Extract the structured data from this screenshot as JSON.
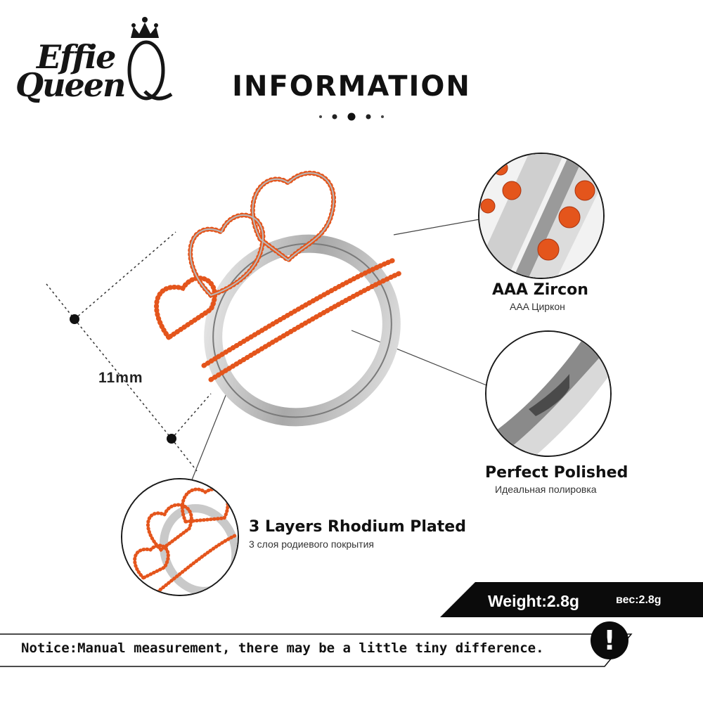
{
  "logo": {
    "line1": "Effie",
    "line2": "Queen",
    "monogram": "Q"
  },
  "header": {
    "title": "INFORMATION"
  },
  "measurement": {
    "label": "11mm"
  },
  "features": {
    "zircon": {
      "title": "AAA  Zircon",
      "subtitle": "AAA Циркон"
    },
    "polish": {
      "title": "Perfect  Polished",
      "subtitle": "Идеальная полировка"
    },
    "rhodium": {
      "title": "3 Layers Rhodium Plated",
      "subtitle": "3 слоя родиевого покрытия"
    }
  },
  "weight": {
    "label": "Weight:2.8g",
    "label_ru": "вес:2.8g"
  },
  "notice": {
    "text": "Notice:Manual measurement, there may be a little tiny difference.",
    "icon": "!"
  },
  "icons": {
    "crown": "crown-icon",
    "notice": "exclamation-icon"
  },
  "colors": {
    "stone": "#e4551c",
    "metal": "#c9c9c9",
    "dark": "#0b0b0b"
  }
}
